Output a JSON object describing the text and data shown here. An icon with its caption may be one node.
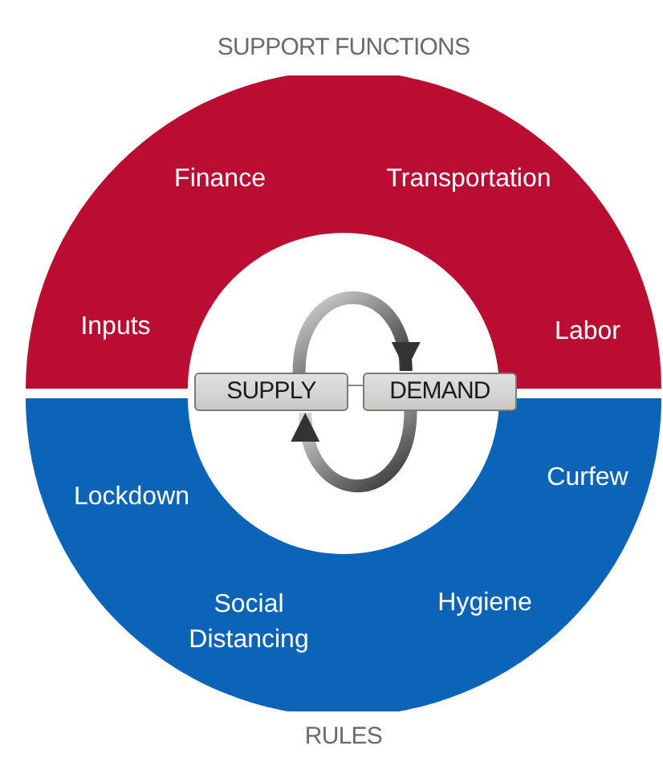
{
  "diagram": {
    "nodes": [
      {
        "text": [
          "SUPPORT FUNCTIONS"
        ]
      },
      {
        "text": [
          "RULES"
        ]
      },
      {
        "text": [
          "SUPPLY"
        ]
      },
      {
        "text": [
          "DEMAND"
        ]
      }
    ],
    "edges": [
      {
        "from": 2,
        "to": 3,
        "arrow": "to",
        "style": "thick"
      },
      {
        "from": 3,
        "to": 2,
        "arrow": "to",
        "style": "thick"
      },
      {
        "from": 2,
        "to": 3,
        "arrow": "none"
      }
    ],
    "labels": [
      "Finance",
      "Transportation",
      "Inputs",
      "Labor",
      "Lockdown",
      "Curfew",
      "Social Distancing",
      "Hygiene"
    ]
  }
}
